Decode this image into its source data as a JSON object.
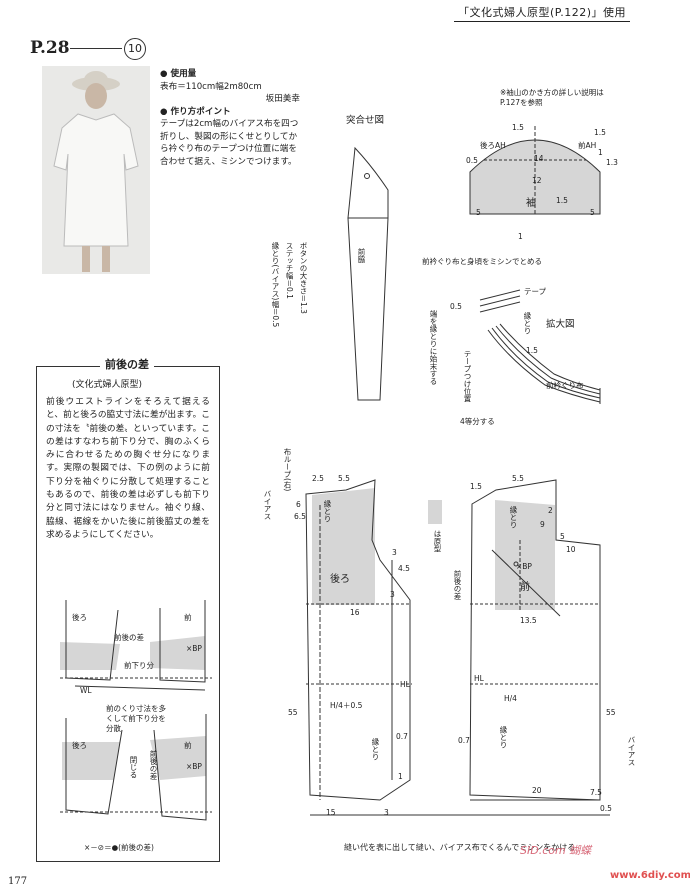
{
  "header": "「文化式婦人原型(P.122)」使用",
  "page_label": "P.28",
  "item_number": "10",
  "info": {
    "fabric_heading": "● 使用量",
    "fabric_text": "表布＝110cm幅2m80cm",
    "designer": "坂田美幸",
    "howto_heading": "● 作り方ポイント",
    "howto_text": "テープは2cm幅のバイアス布を四つ折りし、製図の形にくせとりしてから衿ぐり布のテープつけ位置に端を合わせて据え、ミシンでつけます。"
  },
  "box": {
    "title": "前後の差",
    "subtitle": "(文化式婦人原型)",
    "body": "前後ウエストラインをそろえて据えると、前と後ろの脇丈寸法に差が出ます。この寸法を〝前後の差〟といっています。この差はすなわち前下り分で、胸のふくらみに合わせるための胸ぐせ分になります。実際の製図では、下の例のように前下り分を袖ぐりに分散して処理することもあるので、前後の差は必ずしも前下り分と同寸法にはなりません。袖ぐり線、脇線、裾線をかいた後に前後脇丈の差を求めるようにしてください。",
    "diag_labels": {
      "back": "後ろ",
      "front": "前",
      "diff": "前後の差",
      "front_drop": "前下り分",
      "wl": "WL",
      "bp": "×BP",
      "note": "前のくり寸法を多くして前下り分を分散",
      "close": "閉じる",
      "diff2": "前後の差",
      "legend": "×－⊘＝●(前後の差)"
    }
  },
  "sleeve": {
    "note": "※袖山のかき方の詳しい説明はP.127を参照",
    "label": "袖",
    "back_ah": "後ろAH",
    "front_ah": "前AH",
    "nums": [
      "1.5",
      "1.5",
      "0.5",
      "14",
      "1",
      "1.3",
      "12",
      "5",
      "5",
      "1.5",
      "1"
    ]
  },
  "assembly": {
    "title": "突合せ図",
    "front_side": "前脇",
    "button": "ボタンの大きさ＝1.3",
    "stitch": "ステッチ幅＝0.1",
    "binding": "縁とり(バイアス)幅＝0.5"
  },
  "detail": {
    "note_top": "前衿ぐり布と身頃をミシンでとめる",
    "tape": "テープ",
    "title": "拡大図",
    "edge": "縁とり",
    "start": "端を縁とりに始末する",
    "tape_pos": "テープつけ位置",
    "neck": "前衿ぐり布",
    "divide": "4等分する",
    "nums": [
      "0.5",
      "1.5"
    ]
  },
  "back_pattern": {
    "loop": "布ループ(右)",
    "bias": "バイアス",
    "label": "後ろ",
    "edge": "縁とり",
    "edge2": "縁とり",
    "hl": "HL",
    "h_plus": "H/4＋0.5",
    "nums": [
      "2.5",
      "5.5",
      "6",
      "6.5",
      "16",
      "3",
      "4.5",
      "3",
      "55",
      "0.7",
      "1",
      "15",
      "3"
    ]
  },
  "front_pattern": {
    "genkei": "は原型",
    "label": "前",
    "bp": "×BP",
    "diff": "前後の差",
    "edge": "縁とり",
    "edge2": "縁とり",
    "hl": "HL",
    "h": "H/4",
    "bias": "バイアス",
    "nums": [
      "1.5",
      "5.5",
      "2",
      "9",
      "5",
      "10",
      "13.5",
      "55",
      "0.7",
      "20",
      "7.5",
      "0.5"
    ]
  },
  "bottom_note": "縫い代を表に出して縫い、バイアス布でくるんでミシンをかける",
  "page_number": "177",
  "watermark_brand": "SID.com 蝴蝶",
  "watermark_site": "www.6diy.com"
}
